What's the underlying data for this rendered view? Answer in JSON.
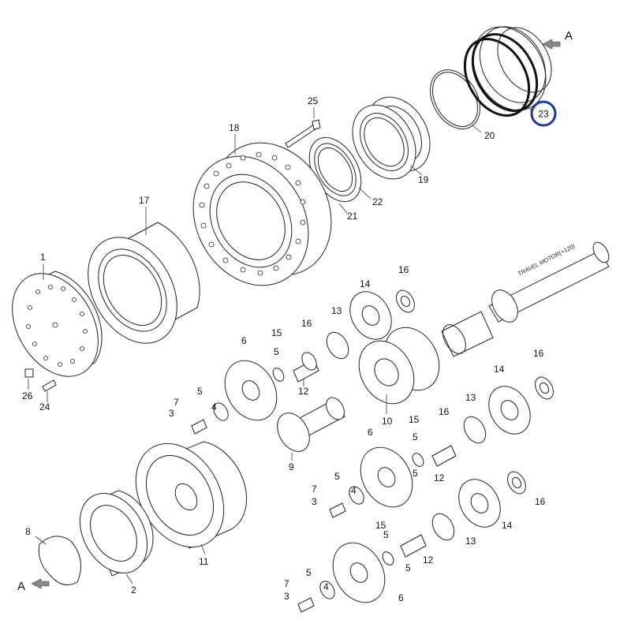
{
  "diagram": {
    "view_marker": "A",
    "annotation": "TRAVEL MOTOR(+120)",
    "highlighted_part": "23",
    "highlight_color": "#1f3a93",
    "part_labels": {
      "p1": "1",
      "p2": "2",
      "p3a": "3",
      "p3b": "3",
      "p3c": "3",
      "p4a": "4",
      "p4b": "4",
      "p4c": "4",
      "p5a": "5",
      "p5b": "5",
      "p5c": "5",
      "p5d": "5",
      "p5e": "5",
      "p5f": "5",
      "p5g": "5",
      "p5h": "5",
      "p6a": "6",
      "p6b": "6",
      "p6c": "6",
      "p7a": "7",
      "p7b": "7",
      "p7c": "7",
      "p8": "8",
      "p9": "9",
      "p10": "10",
      "p11": "11",
      "p12a": "12",
      "p12b": "12",
      "p12c": "12",
      "p13a": "13",
      "p13b": "13",
      "p13c": "13",
      "p14a": "14",
      "p14b": "14",
      "p14c": "14",
      "p15a": "15",
      "p15b": "15",
      "p15c": "15",
      "p16a": "16",
      "p16b": "16",
      "p16c": "16",
      "p16d": "16",
      "p16e": "16",
      "p17": "17",
      "p18": "18",
      "p19": "19",
      "p20": "20",
      "p21": "21",
      "p22": "22",
      "p24": "24",
      "p25": "25",
      "p26": "26"
    }
  }
}
